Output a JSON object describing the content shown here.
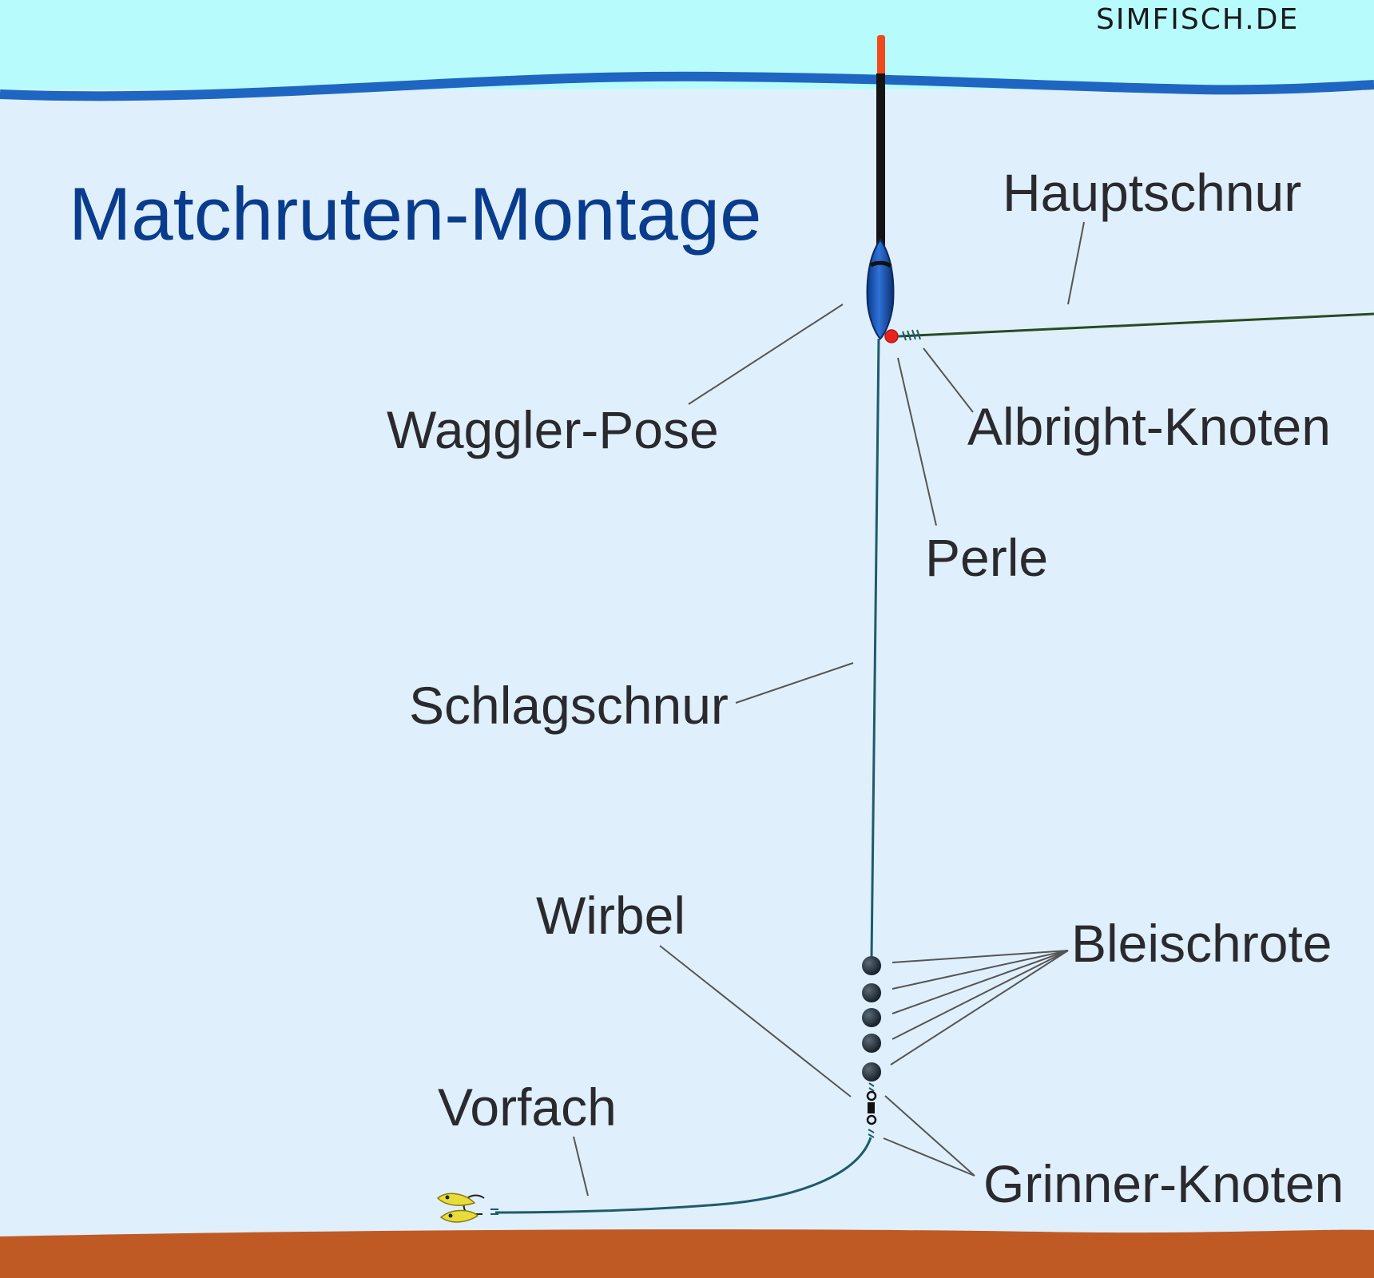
{
  "watermark": "SIMFISCH.DE",
  "title": "Matchruten-Montage",
  "labels": {
    "hauptschnur": "Hauptschnur",
    "waggler_pose": "Waggler-Pose",
    "albright_knoten": "Albright-Knoten",
    "perle": "Perle",
    "schlagschnur": "Schlagschnur",
    "wirbel": "Wirbel",
    "bleischrote": "Bleischrote",
    "vorfach": "Vorfach",
    "grinner_knoten": "Grinner-Knoten"
  },
  "colors": {
    "sky": "#b8fbfd",
    "water": "#dff0fc",
    "surface_line": "#1f66c2",
    "ground": "#c05a24",
    "title": "#0a3c8e",
    "label": "#2a2a2e",
    "float_body": "#1552b8",
    "float_tip": "#f04a1a",
    "line_main": "#2a4a22",
    "line_leader": "#1d5b6e",
    "bead": "#e8231e",
    "shot": "#1c2a34",
    "bait": "#e8dc3a"
  }
}
